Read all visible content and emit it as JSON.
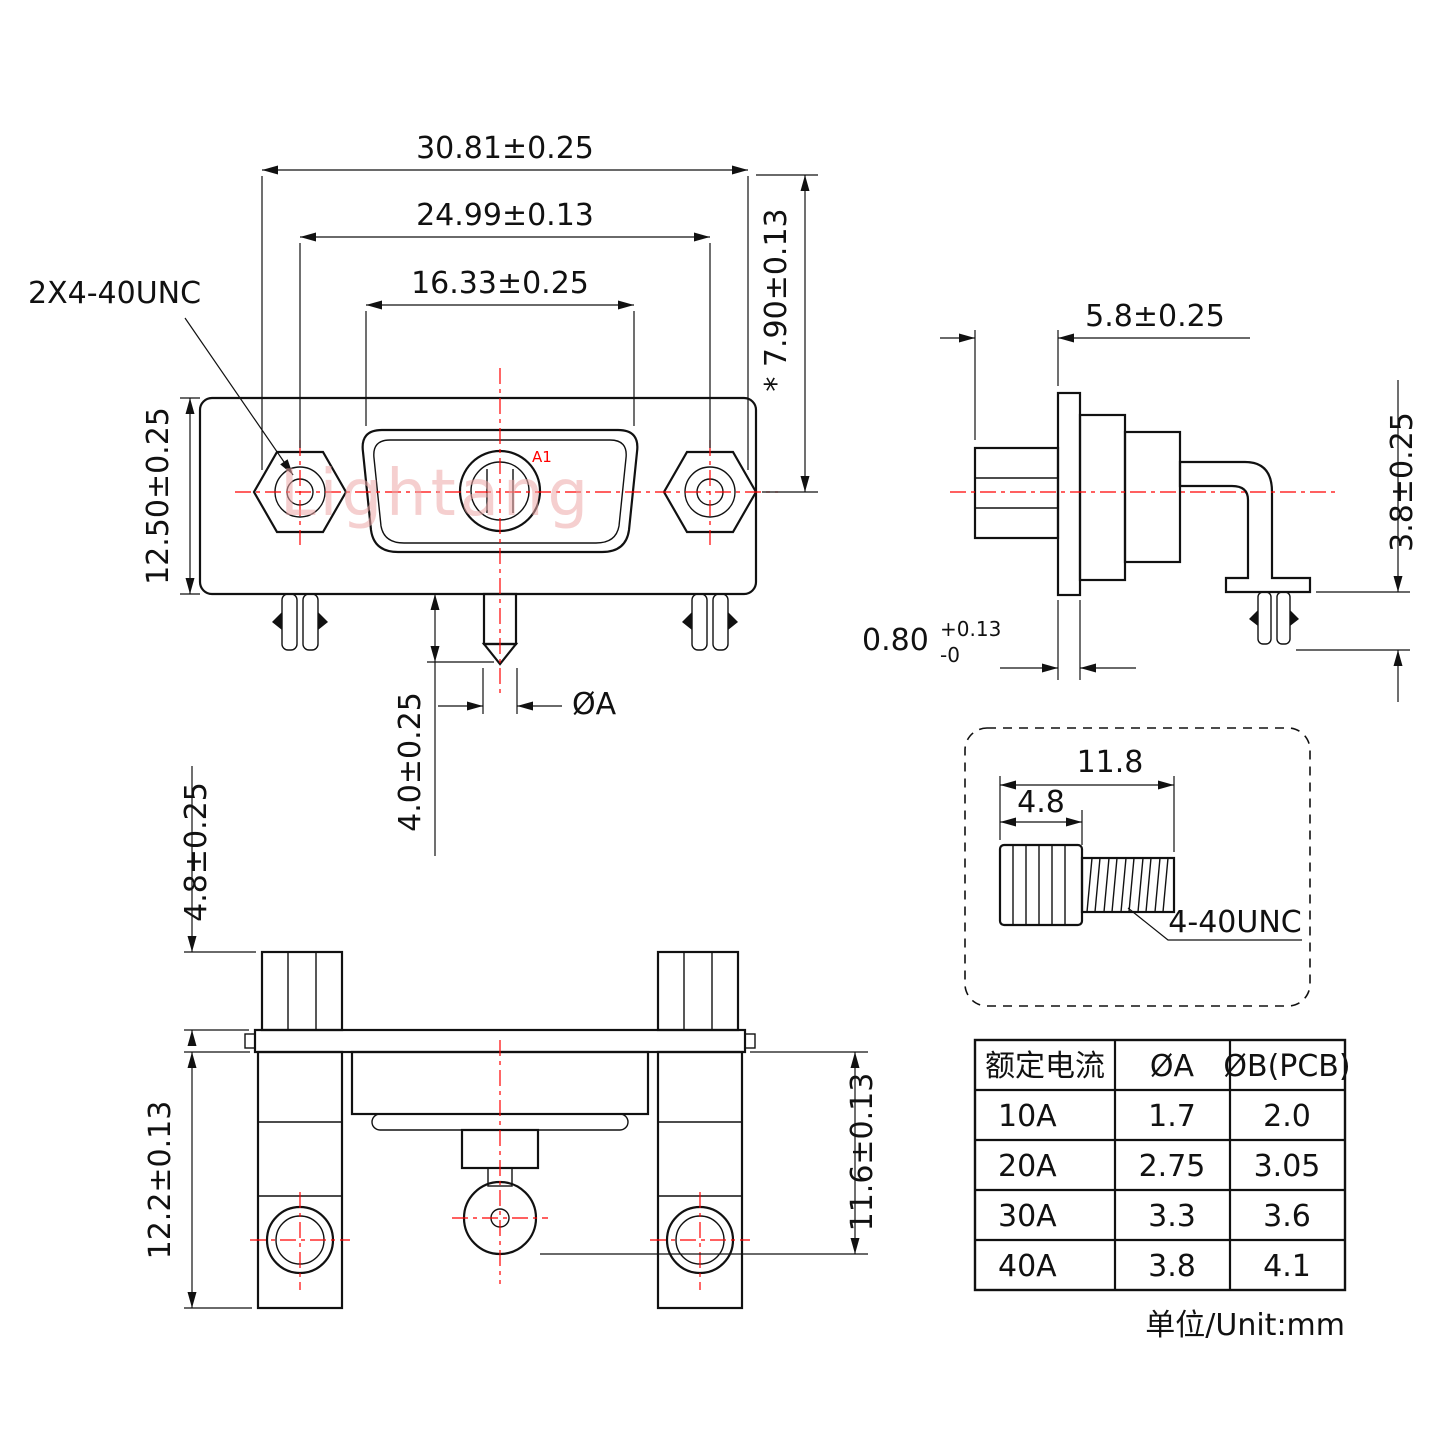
{
  "watermark": "Lightang",
  "unit_note": "单位/Unit:mm",
  "front_view": {
    "dim_outer_width": "30.81±0.25",
    "dim_mid_width": "24.99±0.13",
    "dim_inner_width": "16.33±0.25",
    "dim_height": "12.50±0.25",
    "dim_top_to_center": "* 7.90±0.13",
    "thread_callout": "2X4-40UNC",
    "contact_label": "A1",
    "dim_pin_length": "4.0±0.25",
    "dim_pin_dia": "ØA"
  },
  "side_view": {
    "dim_standoff": "5.8±0.25",
    "dim_leg": "3.8±0.25",
    "dim_flange_thickness": {
      "value": "0.80",
      "tol_plus": "+0.13",
      "tol_minus": "-0"
    }
  },
  "bottom_view": {
    "dim_nut_height": "4.8±0.25",
    "dim_left_height": "12.2±0.13",
    "dim_right_height": "11.6±0.13"
  },
  "screw_detail": {
    "dim_total_length": "11.8",
    "dim_head_length": "4.8",
    "thread_label": "4-40UNC"
  },
  "spec_table": {
    "headers": [
      "额定电流",
      "ØA",
      "ØB(PCB)"
    ],
    "rows": [
      [
        "10A",
        "1.7",
        "2.0"
      ],
      [
        "20A",
        "2.75",
        "3.05"
      ],
      [
        "30A",
        "3.3",
        "3.6"
      ],
      [
        "40A",
        "3.8",
        "4.1"
      ]
    ]
  },
  "colors": {
    "line": "#111111",
    "centerline": "#ff0000",
    "watermark": "#eda8a8"
  }
}
